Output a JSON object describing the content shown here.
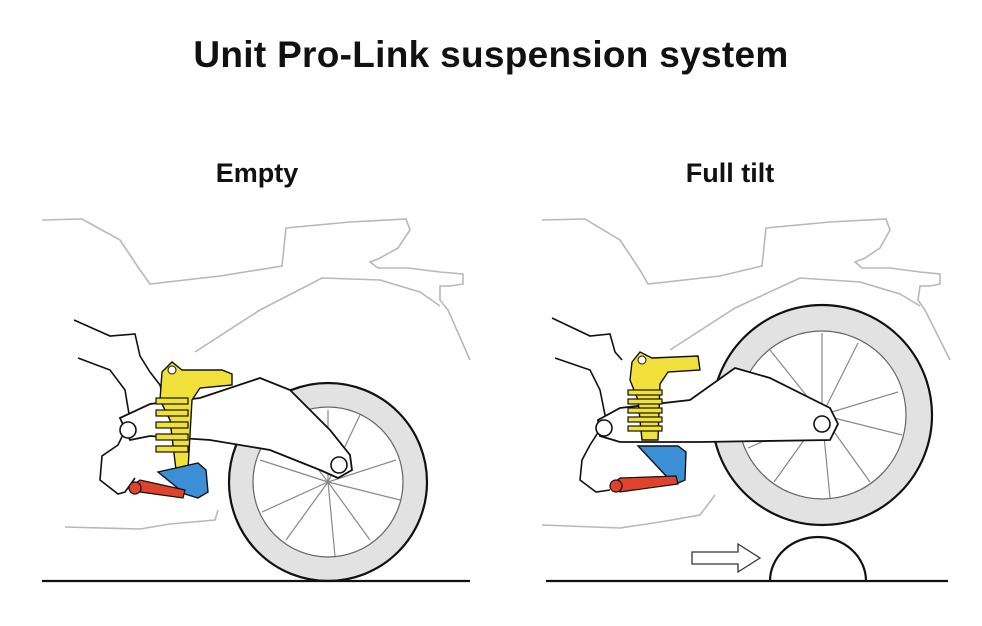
{
  "title": "Unit Pro-Link suspension system",
  "panels": [
    {
      "label": "Empty",
      "state": "empty"
    },
    {
      "label": "Full tilt",
      "state": "compressed"
    }
  ],
  "colors": {
    "shock": "#f2e13a",
    "linkage": "#3a8fd6",
    "tie_rod": "#e0432b",
    "tire": "#e2e2e2",
    "outline": "#111111",
    "bodywork": "#b5b5b5"
  },
  "parts": [
    "frame bodywork",
    "shock absorber",
    "swingarm",
    "linkage",
    "tie rod",
    "rear wheel",
    "bump",
    "direction arrow"
  ]
}
